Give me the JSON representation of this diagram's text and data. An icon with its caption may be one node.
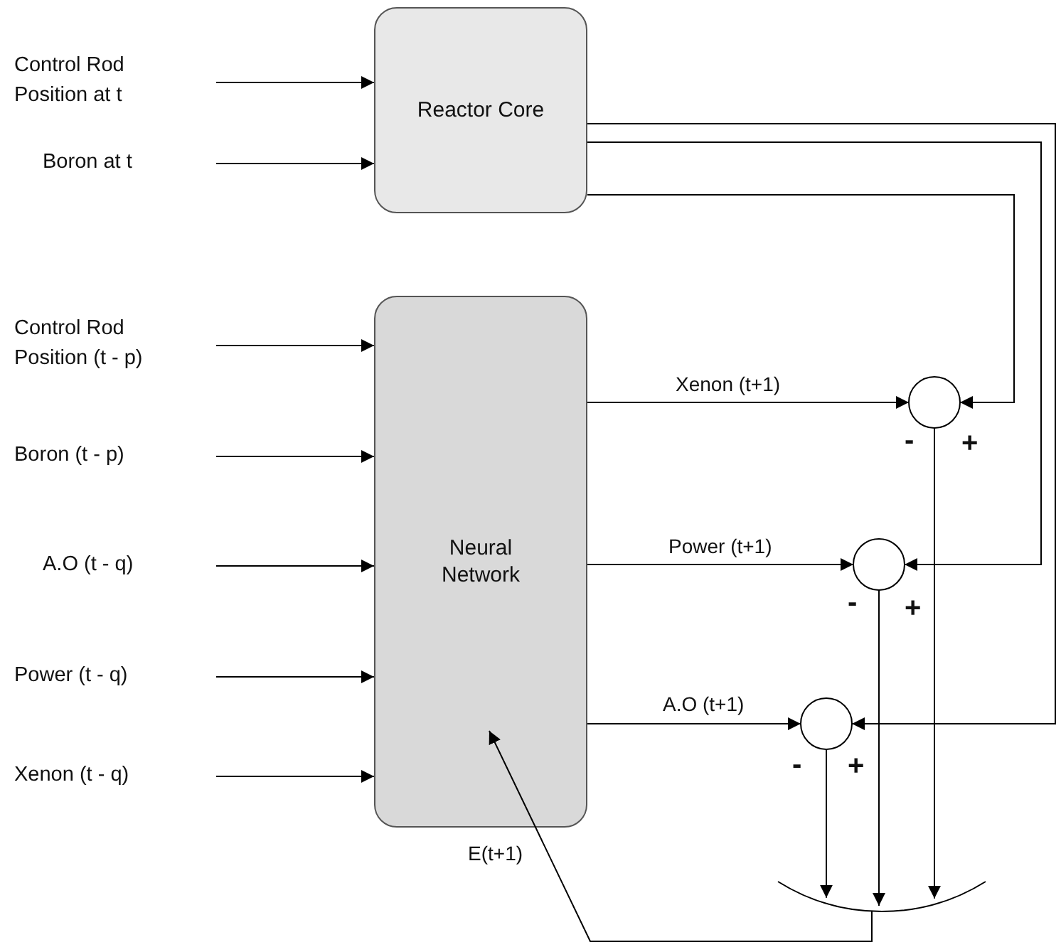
{
  "diagram": {
    "nodes": [
      {
        "text": [
          "Reactor Core"
        ]
      },
      {
        "text": [
          "Neural Network"
        ]
      },
      {
        "text": [
          "Control Rod Position at t"
        ]
      },
      {
        "text": [
          "Boron at t"
        ]
      },
      {
        "text": [
          "Control Rod Position (t - p)"
        ]
      },
      {
        "text": [
          "Boron (t - p)"
        ]
      },
      {
        "text": [
          "A.O (t - q)"
        ]
      },
      {
        "text": [
          "Power (t - q)"
        ]
      },
      {
        "text": [
          "Xenon (t - q)"
        ]
      },
      {
        "text": [],
        "shape": "circle",
        "beside": [
          "-",
          "+"
        ]
      },
      {
        "text": [],
        "shape": "circle",
        "beside": [
          "-",
          "+"
        ]
      },
      {
        "text": [],
        "shape": "circle",
        "beside": [
          "-",
          "+"
        ]
      },
      {
        "text": [],
        "shape": "arc"
      }
    ],
    "edges": [
      {
        "from": 2,
        "to": 0,
        "arrow": "to"
      },
      {
        "from": 3,
        "to": 0,
        "arrow": "to"
      },
      {
        "from": 4,
        "to": 1,
        "arrow": "to"
      },
      {
        "from": 5,
        "to": 1,
        "arrow": "to"
      },
      {
        "from": 6,
        "to": 1,
        "arrow": "to"
      },
      {
        "from": 7,
        "to": 1,
        "arrow": "to"
      },
      {
        "from": 8,
        "to": 1,
        "arrow": "to"
      },
      {
        "from": 1,
        "to": 9,
        "arrow": "to",
        "label": "Xenon (t+1)"
      },
      {
        "from": 1,
        "to": 10,
        "arrow": "to",
        "label": "Power (t+1)"
      },
      {
        "from": 1,
        "to": 11,
        "arrow": "to",
        "label": "A.O (t+1)"
      },
      {
        "from": 0,
        "to": 11,
        "arrow": "to"
      },
      {
        "from": 0,
        "to": 10,
        "arrow": "to"
      },
      {
        "from": 0,
        "to": 9,
        "arrow": "to"
      },
      {
        "from": 9,
        "to": 12,
        "arrow": "to"
      },
      {
        "from": 10,
        "to": 12,
        "arrow": "to"
      },
      {
        "from": 11,
        "to": 12,
        "arrow": "to"
      },
      {
        "from": 12,
        "to": 1,
        "arrow": "to",
        "label": "E(t+1)"
      }
    ]
  }
}
